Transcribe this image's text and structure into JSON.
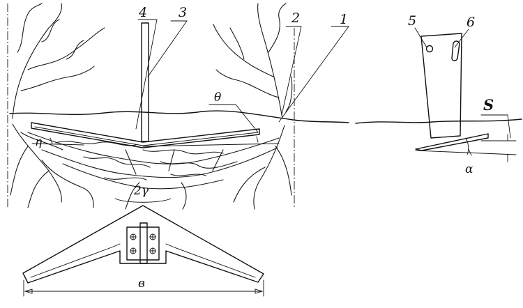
{
  "labels": {
    "n1": "1",
    "n2": "2",
    "n3": "3",
    "n4": "4",
    "n5": "5",
    "n6": "6",
    "theta": "θ",
    "eta": "η",
    "two_gamma": "2γ",
    "width_b": "в",
    "s": "S",
    "alpha": "α"
  },
  "colors": {
    "ink": "#111111",
    "paper": "#ffffff"
  }
}
